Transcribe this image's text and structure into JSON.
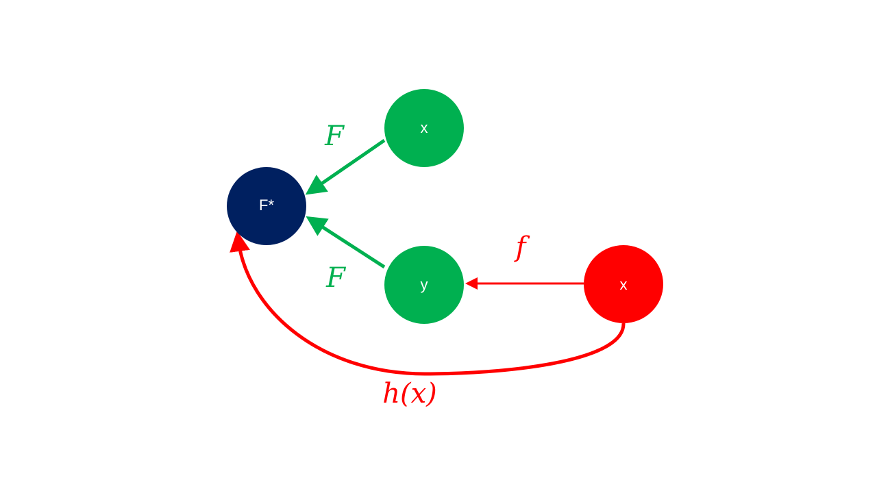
{
  "colors": {
    "green": "#00B050",
    "navy": "#002060",
    "red": "#FF0000"
  },
  "nodes": {
    "fstar": {
      "label": "F*"
    },
    "x_green": {
      "label": "x"
    },
    "y_green": {
      "label": "y"
    },
    "x_red": {
      "label": "x"
    }
  },
  "edges": {
    "x_to_fstar": {
      "label": "F"
    },
    "y_to_fstar": {
      "label": "F"
    },
    "xred_to_y": {
      "label": "f"
    },
    "xred_to_fstar": {
      "label": "h(x)"
    }
  }
}
